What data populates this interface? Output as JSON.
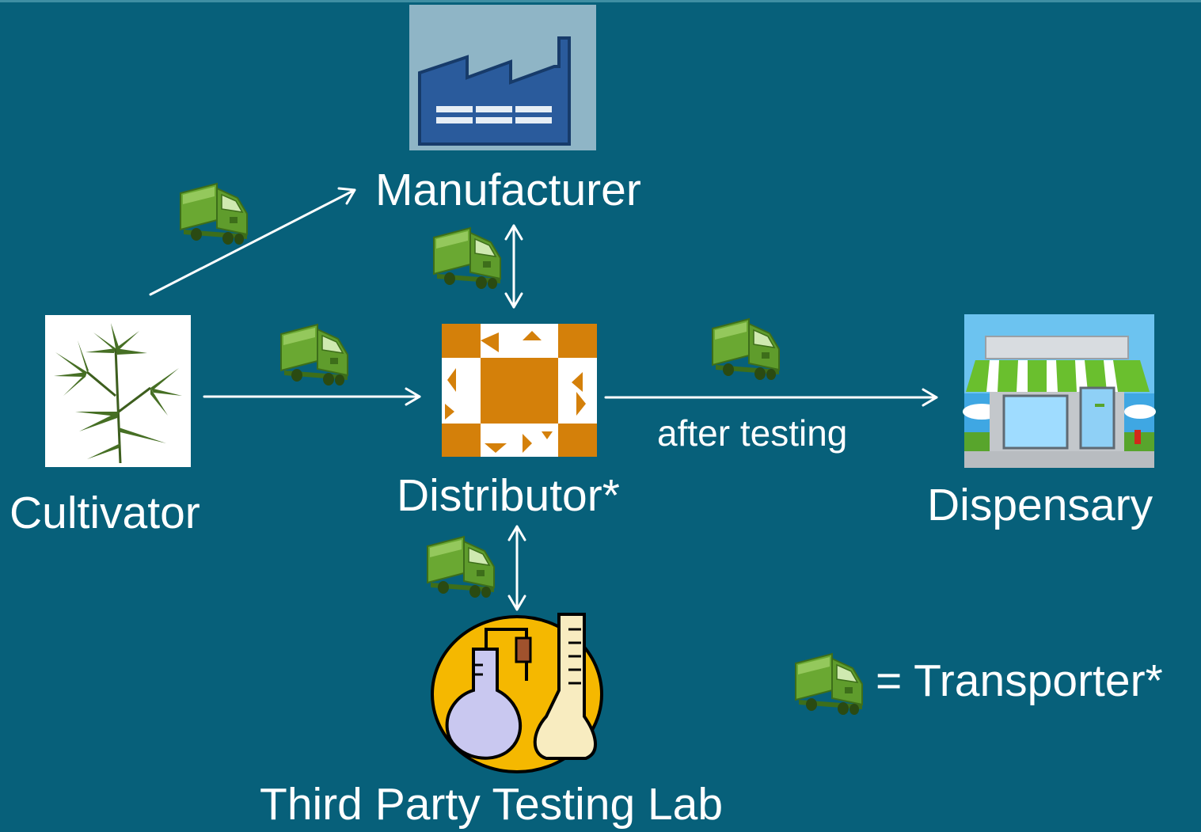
{
  "diagram": {
    "nodes": {
      "manufacturer": "Manufacturer",
      "cultivator": "Cultivator",
      "distributor": "Distributor*",
      "dispensary": "Dispensary",
      "lab": "Third Party Testing Lab"
    },
    "edge_labels": {
      "distributor_to_dispensary": "after testing"
    },
    "legend": {
      "text": "= Transporter*",
      "icon": "truck-icon"
    },
    "colors": {
      "background": "#07607a",
      "truck_green": "#7cb342",
      "distributor_orange": "#d4800a",
      "factory_blue": "#2a5b9c",
      "lab_circle": "#f5b800"
    }
  }
}
